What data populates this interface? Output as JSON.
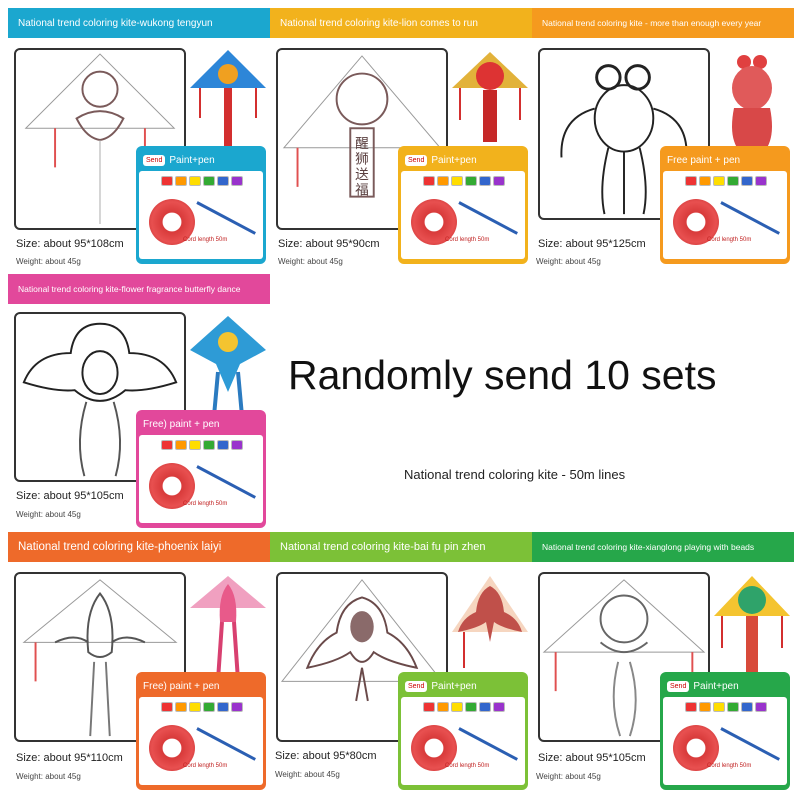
{
  "headline": "Randomly send 10 sets",
  "subline": "National trend coloring kite - 50m lines",
  "cells": [
    {
      "title": "National trend coloring kite-wukong tengyun",
      "color": "#1ba7cf",
      "kit_label": "Paint+pen",
      "send": "Send",
      "size": "Size: about 95*108cm",
      "weight": "Weight: about 45g",
      "cord": "Cord length 50m"
    },
    {
      "title": "National trend coloring kite-lion comes to run",
      "color": "#f2b21c",
      "kit_label": "Paint+pen",
      "send": "Send",
      "size": "Size: about 95*90cm",
      "weight": "Weight: about 45g",
      "cord": "Cord length 50m"
    },
    {
      "title": "National trend coloring kite - more than enough every year",
      "color": "#f59a1e",
      "kit_label": "Free paint + pen",
      "send": "",
      "size": "Size: about 95*125cm",
      "weight": "Weight: about 45g",
      "cord": "Cord length 50m"
    },
    {
      "title": "National trend coloring kite-flower fragrance butterfly dance",
      "color": "#e2489b",
      "kit_label": "Free) paint + pen",
      "send": "",
      "size": "Size: about 95*105cm",
      "weight": "Weight: about 45g",
      "cord": "Cord length 50m"
    },
    {
      "title": "National trend coloring kite-phoenix laiyi",
      "color": "#ee6a2a",
      "kit_label": "Free) paint + pen",
      "send": "",
      "size": "Size: about 95*110cm",
      "weight": "Weight: about 45g",
      "cord": "Cord length 50m"
    },
    {
      "title": "National trend coloring kite-bai fu pin zhen",
      "color": "#7cc137",
      "kit_label": "Paint+pen",
      "send": "Send",
      "size": "Size: about 95*80cm",
      "weight": "Weight: about 45g",
      "cord": "Cord length 50m"
    },
    {
      "title": "National trend coloring kite-xianglong playing with beads",
      "color": "#26a74a",
      "kit_label": "Paint+pen",
      "send": "Send",
      "size": "Size: about 95*105cm",
      "weight": "Weight: about 45g",
      "cord": "Cord length 50m"
    }
  ],
  "kite_text": "醒狮送福",
  "icons": {
    "kite_outline": "kite-outline-icon",
    "kite_colored": "kite-colored-icon",
    "paint_set": "paint-set-icon",
    "line_reel": "line-reel-icon",
    "brush": "brush-icon"
  }
}
